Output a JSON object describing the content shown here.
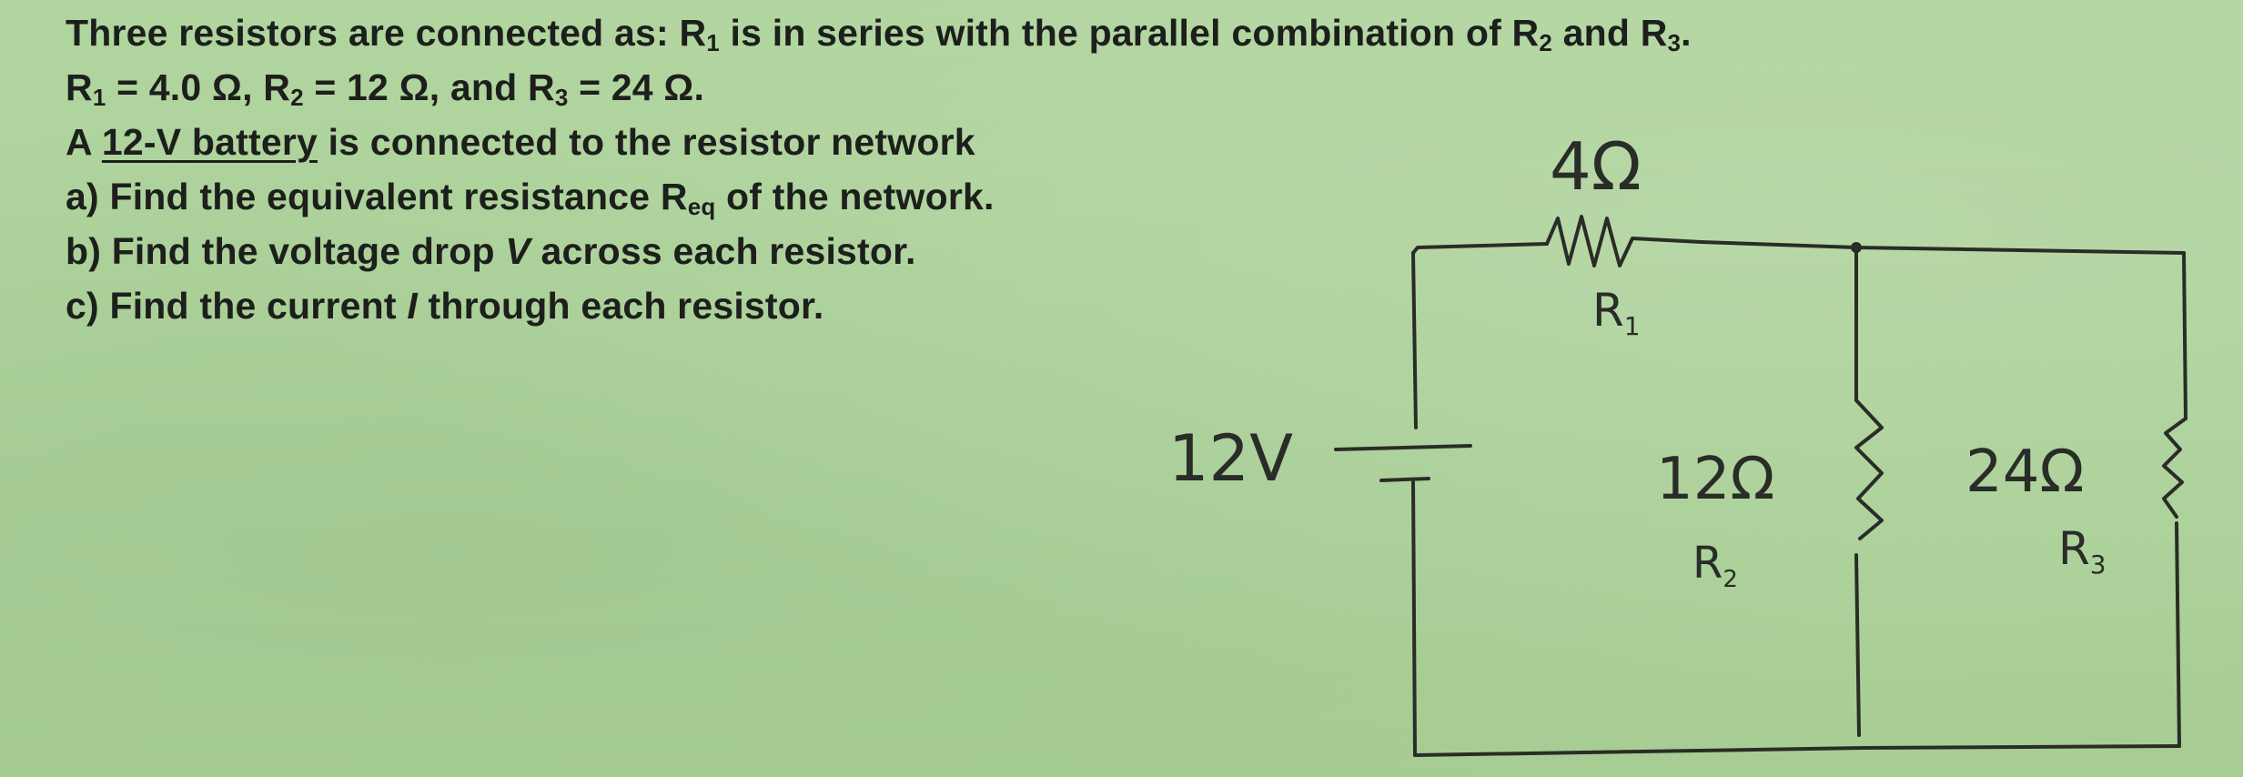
{
  "problem": {
    "intro_a": "Three resistors are connected as: R",
    "intro_sub1": "1",
    "intro_b": " is in series with the parallel combination of R",
    "intro_sub2": "2",
    "intro_c": " and R",
    "intro_sub3": "3",
    "intro_d": ".",
    "values_r1": "R",
    "values_r1_sub": "1",
    "values_r1_val": " = 4.0 Ω, R",
    "values_r2_sub": "2",
    "values_r2_val": " = 12 Ω, and R",
    "values_r3_sub": "3",
    "values_r3_val": " = 24 Ω.",
    "battery_a": "A ",
    "battery_underlined": "12-V battery",
    "battery_b": " is connected to the resistor network",
    "part_a_prefix": "a) Find the equivalent resistance R",
    "part_a_sub": "eq",
    "part_a_suffix": " of the network.",
    "part_b_prefix": "b) Find the voltage drop ",
    "part_b_var": "V",
    "part_b_suffix": " across each resistor.",
    "part_c_prefix": "c) Find the current ",
    "part_c_var": "I",
    "part_c_suffix": " through each resistor."
  },
  "diagram": {
    "r1_value": "4Ω",
    "r1_label": "R",
    "r1_label_sub": "1",
    "battery_label": "12V",
    "r2_value": "12Ω",
    "r2_label": "R",
    "r2_label_sub": "2",
    "r3_value": "24Ω",
    "r3_label": "R",
    "r3_label_sub": "3"
  }
}
